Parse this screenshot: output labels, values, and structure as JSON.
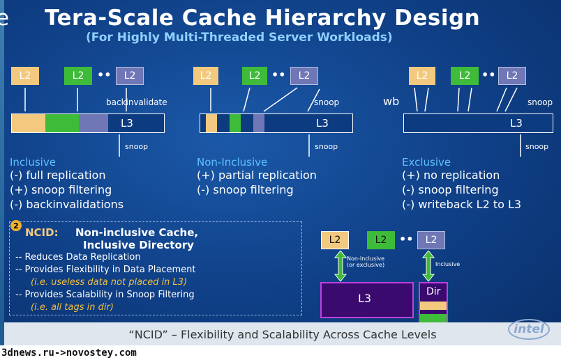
{
  "title": "Tera-Scale Cache Hierarchy Design",
  "stray_char": "e",
  "subtitle": "(For Highly Multi-Threaded Server Workloads)",
  "cache_labels": {
    "l2": "L2",
    "l3": "L3",
    "dir": "Dir",
    "dots": "••"
  },
  "diagram_labels": {
    "backinvalidate": "backinvalidate",
    "snoop": "snoop",
    "wb": "wb",
    "non_inclusive_excl": "Non-Inclusive\n(or exclusive)",
    "inclusive": "Inclusive"
  },
  "sections": [
    {
      "title": "Inclusive",
      "lines": [
        "(-) full replication",
        "(+) snoop filtering",
        "(-) backinvalidations"
      ]
    },
    {
      "title": "Non-Inclusive",
      "lines": [
        "(+) partial replication",
        "(-)  snoop filtering"
      ]
    },
    {
      "title": "Exclusive",
      "lines": [
        "(+) no replication",
        "(-) snoop filtering",
        "(-) writeback L2 to L3"
      ]
    }
  ],
  "ncid": {
    "badge": "2",
    "title_prefix": "NCID:",
    "title_line1": "Non-inclusive Cache,",
    "title_line2": "Inclusive Directory",
    "lines": [
      "-- Reduces Data Replication",
      "-- Provides Flexibility in Data Placement",
      "-- Provides Scalability in Snoop Filtering"
    ],
    "italics": [
      "(i.e. useless data not placed in L3)",
      "(i.e. all tags in dir)"
    ]
  },
  "footer": "“NCID” – Flexibility and Scalability Across Cache Levels",
  "logo": "intel",
  "credit": "3dnews.ru->novostey.com",
  "colors": {
    "l2_yellow": "#f3c97f",
    "l2_green": "#3fbb3a",
    "l2_blue": "#6f77b6",
    "section_title": "#5fc0ff",
    "italic_note": "#f0c040"
  }
}
